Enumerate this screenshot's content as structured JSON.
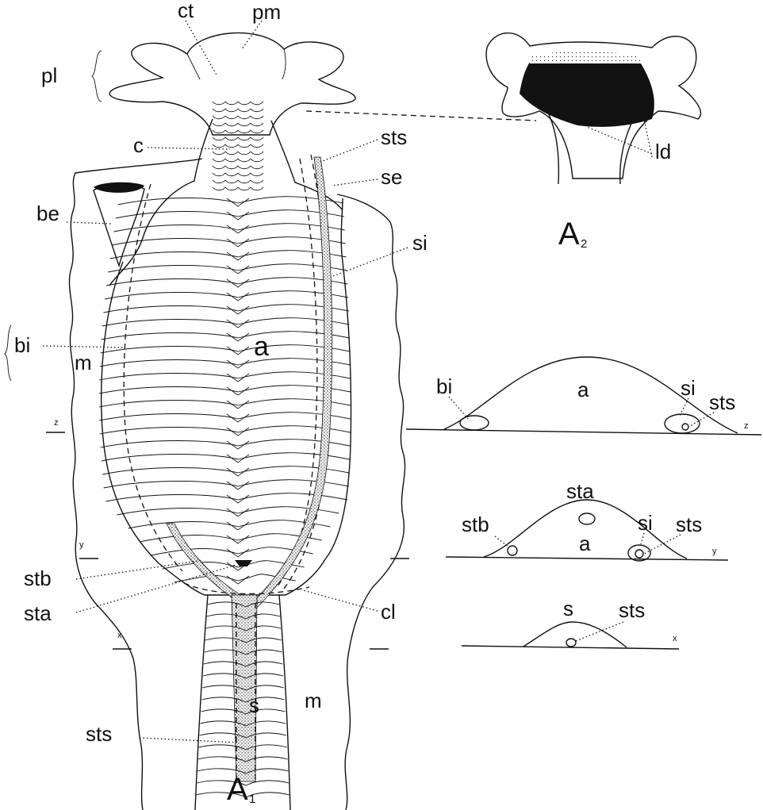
{
  "figure": {
    "main_view": {
      "caption": "A",
      "caption_sub": "1",
      "labels": {
        "ct": "ct",
        "pm": "pm",
        "pl": "pl",
        "c": "c",
        "sts_top": "sts",
        "se": "se",
        "be": "be",
        "si": "si",
        "bi": "bi",
        "m_left": "m",
        "a": "a",
        "z": "z",
        "y": "y",
        "x": "x",
        "stb": "stb",
        "sta": "sta",
        "cl": "cl",
        "s": "s",
        "m_right": "m",
        "sts_bottom": "sts"
      }
    },
    "detail_view": {
      "caption": "A",
      "caption_sub": "2",
      "labels": {
        "ld": "ld"
      }
    },
    "sections": [
      {
        "id": "z",
        "labels": {
          "bi": "bi",
          "a": "a",
          "si": "si",
          "sts": "sts",
          "axis": "z"
        }
      },
      {
        "id": "y",
        "labels": {
          "sta": "sta",
          "stb": "stb",
          "a": "a",
          "si": "si",
          "sts": "sts",
          "axis": "y"
        }
      },
      {
        "id": "x",
        "labels": {
          "s": "s",
          "sts": "sts",
          "axis": "x"
        }
      }
    ]
  }
}
